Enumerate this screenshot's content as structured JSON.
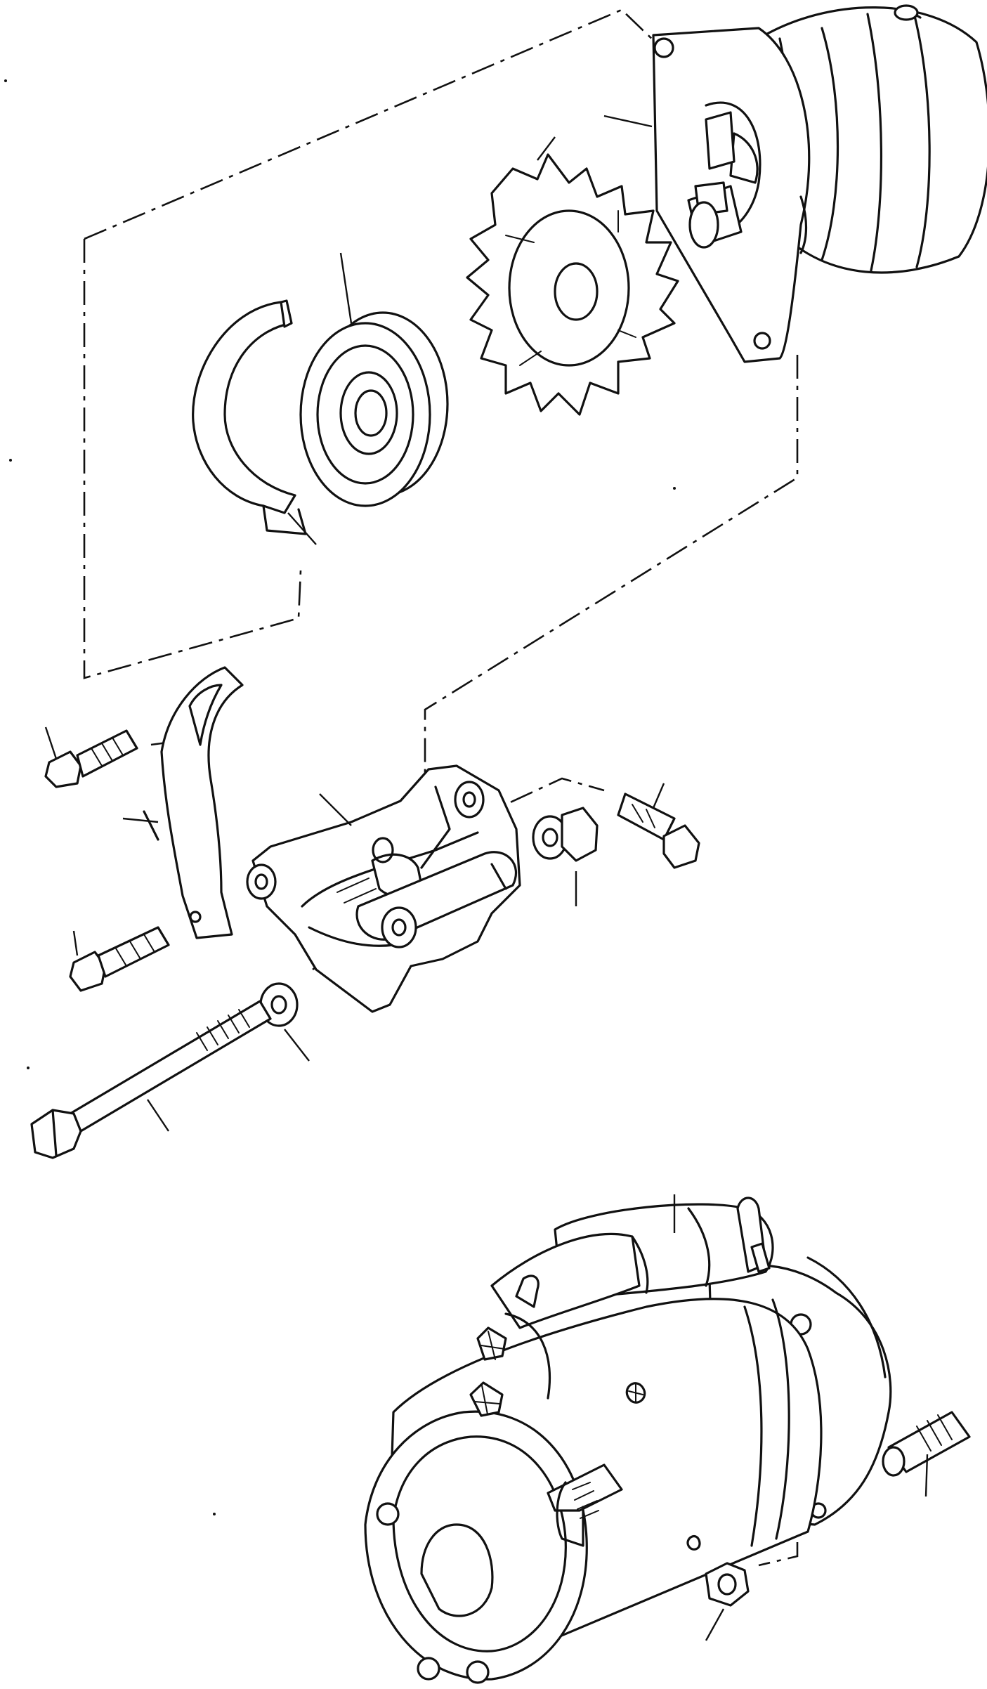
{
  "diagram": {
    "parts": [
      {
        "id": "alternator",
        "icon": "alternator-icon"
      },
      {
        "id": "cooling-fan",
        "icon": "fan-icon"
      },
      {
        "id": "pulley",
        "icon": "pulley-icon"
      },
      {
        "id": "v-belt",
        "icon": "belt-icon"
      },
      {
        "id": "adjusting-strap",
        "icon": "strap-icon"
      },
      {
        "id": "mounting-bracket",
        "icon": "bracket-icon"
      },
      {
        "id": "pivot-bolt",
        "icon": "bolt-icon"
      },
      {
        "id": "starter-motor",
        "icon": "starter-motor-icon"
      },
      {
        "id": "stud",
        "icon": "stud-icon"
      },
      {
        "id": "nut",
        "icon": "nut-icon"
      }
    ],
    "line_color": "#111111",
    "background": "#ffffff"
  }
}
